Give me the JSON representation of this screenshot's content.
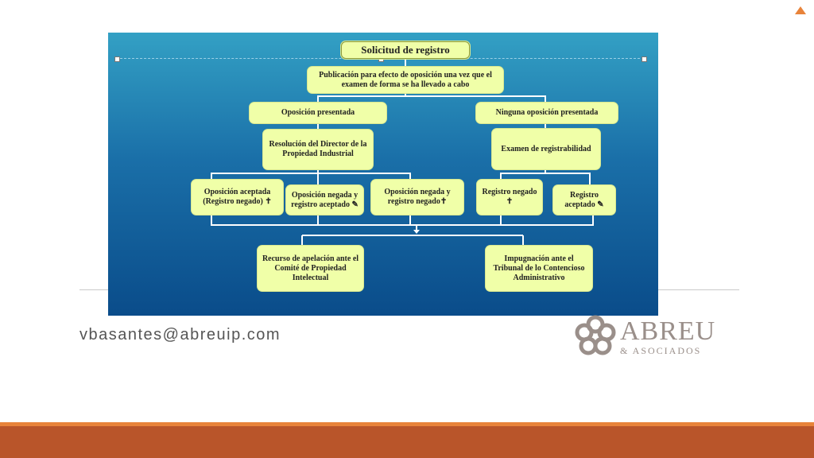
{
  "diagram": {
    "nodes": {
      "solicitud": "Solicitud de registro",
      "publicacion": "Publicación para efecto de oposición una vez que el examen de forma se ha llevado a cabo",
      "oposicion_presentada": "Oposición presentada",
      "ninguna_oposicion": "Ninguna oposición presentada",
      "resolucion": "Resolución del Director de la Propiedad Industrial",
      "examen": "Examen de registrabilidad",
      "op_aceptada": "Oposición aceptada (Registro negado) ✝",
      "op_negada_aceptado": "Oposición negada y registro aceptado ✎",
      "op_negada_negado": "Oposición negada y registro negado✝",
      "registro_negado": "Registro negado ✝",
      "registro_aceptado": "Registro aceptado ✎",
      "recurso": "Recurso de apelación ante el Comité de Propiedad Intelectual",
      "impugnacion": "Impugnación ante el Tribunal de lo Contencioso Administrativo"
    }
  },
  "footer": {
    "email": "vbasantes@abreuip.com",
    "logo_name": "ABREU",
    "logo_sub": "& ASOCIADOS"
  },
  "colors": {
    "node_fill": "#f0ffa8",
    "accent_orange": "#e8833a",
    "bar_brown": "#b9552a"
  }
}
